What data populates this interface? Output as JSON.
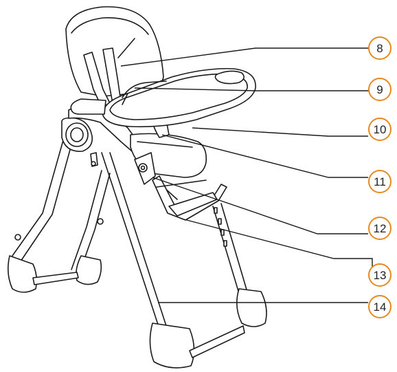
{
  "diagram": {
    "subject": "High chair line drawing",
    "line_color": "#1a1a1a",
    "callout_ring_color": "#e8891d",
    "callouts": [
      {
        "number": "8"
      },
      {
        "number": "9"
      },
      {
        "number": "10"
      },
      {
        "number": "11"
      },
      {
        "number": "12"
      },
      {
        "number": "13"
      },
      {
        "number": "14"
      }
    ]
  }
}
